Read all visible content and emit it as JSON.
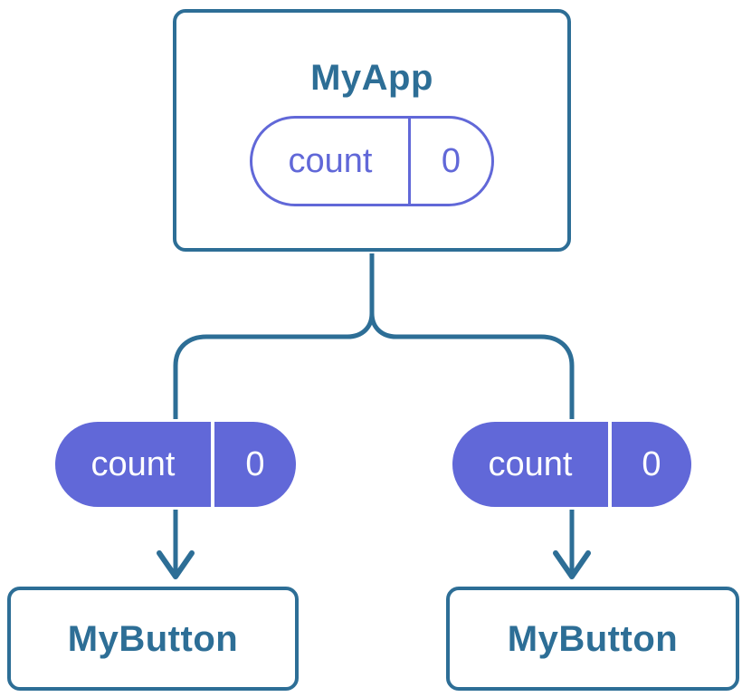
{
  "colors": {
    "blue": "#2D6E96",
    "purple": "#6168D8",
    "surface": "#FFFFFF"
  },
  "root_component": {
    "title": "MyApp",
    "state": {
      "label": "count",
      "value": "0"
    }
  },
  "children": [
    {
      "title": "MyButton",
      "prop": {
        "label": "count",
        "value": "0"
      }
    },
    {
      "title": "MyButton",
      "prop": {
        "label": "count",
        "value": "0"
      }
    }
  ]
}
